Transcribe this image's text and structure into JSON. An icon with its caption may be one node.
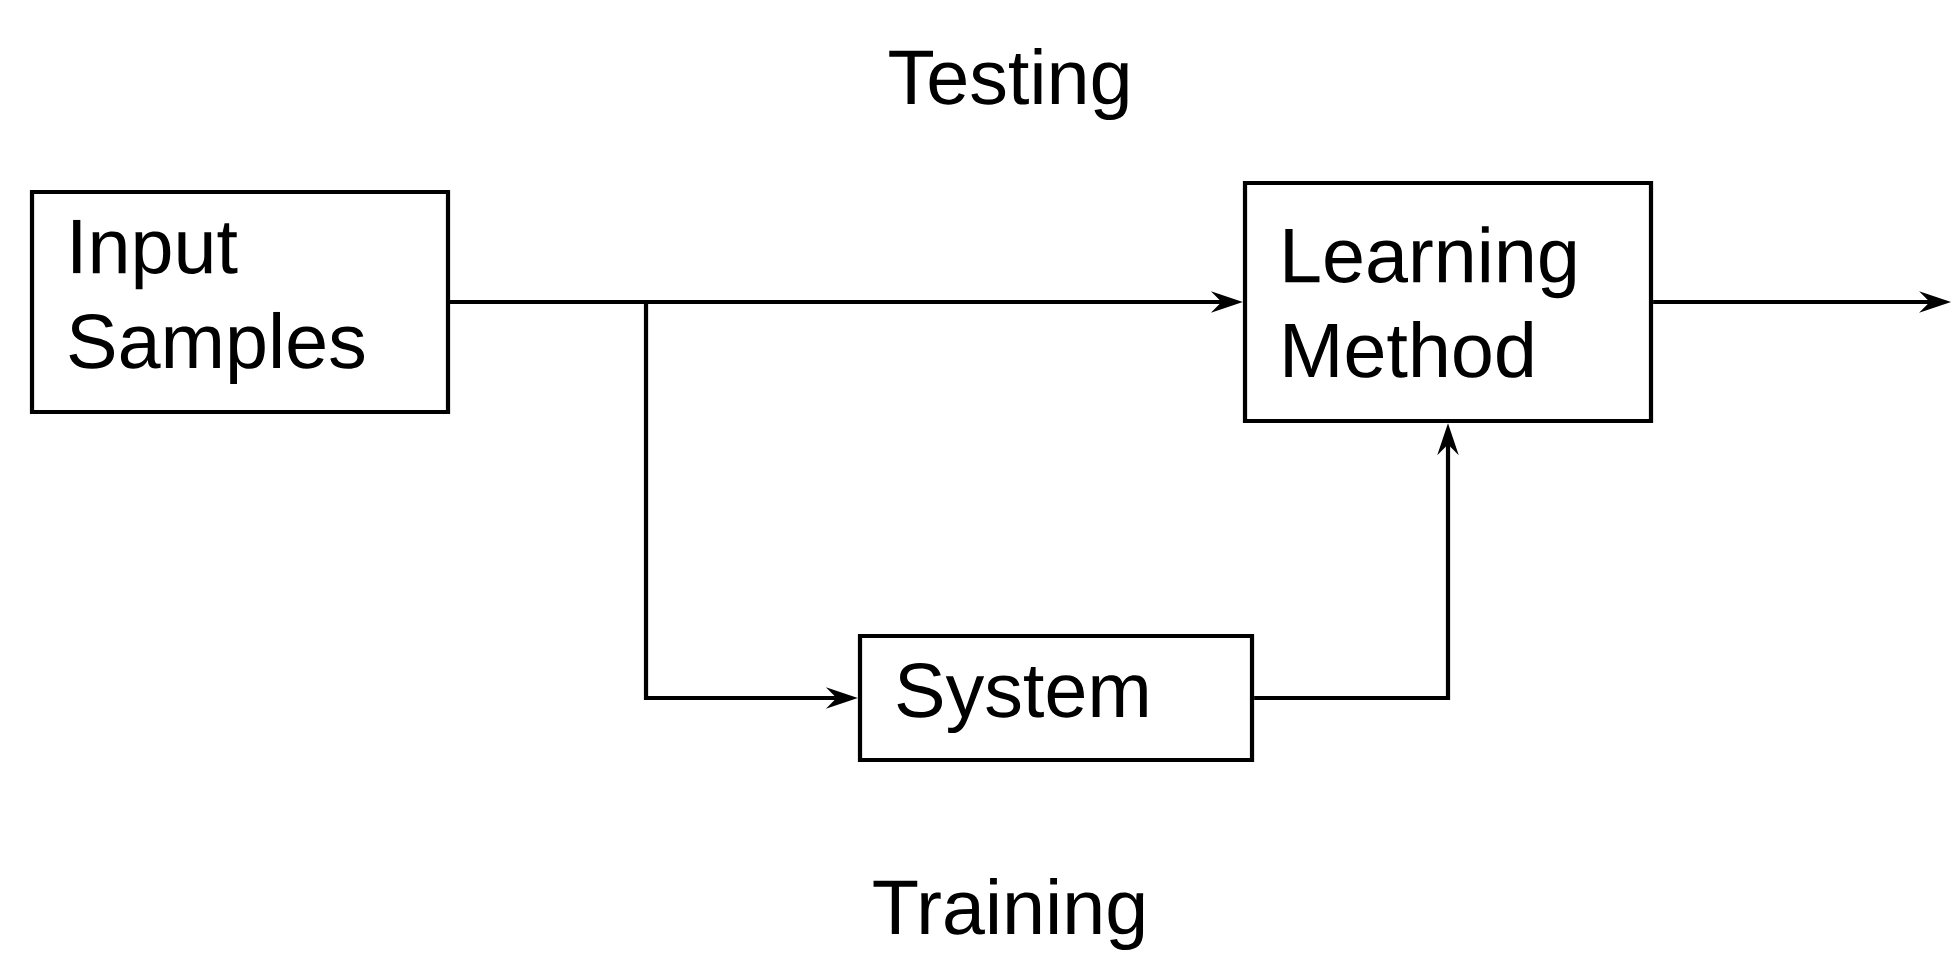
{
  "diagram": {
    "nodes": [
      {
        "text": [
          "Input Samples"
        ]
      },
      {
        "text": [
          "Learning Method"
        ]
      },
      {
        "text": [
          "System"
        ]
      }
    ],
    "edges": [
      {
        "from": 0,
        "to": 1,
        "arrow": "to"
      },
      {
        "from": 0,
        "to": 2,
        "arrow": "to"
      },
      {
        "from": 2,
        "to": 1,
        "arrow": "to"
      },
      {
        "from": 1,
        "to": null,
        "arrow": "to"
      }
    ],
    "labels": [
      "Testing",
      "Training"
    ]
  }
}
